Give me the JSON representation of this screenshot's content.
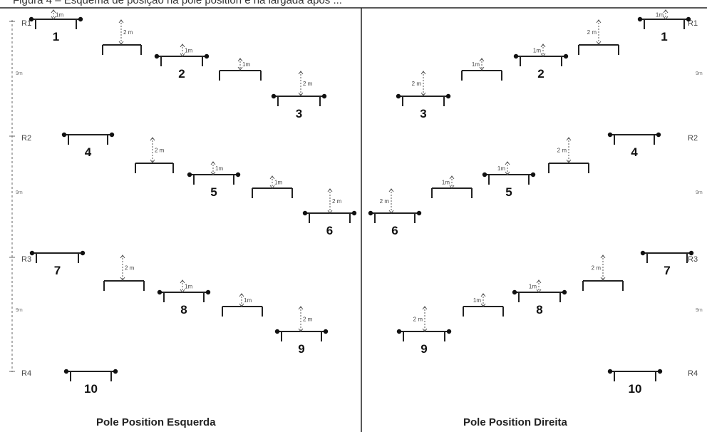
{
  "header_text": "Figura 4 – Esquema de posição na pole position e na largada após ...",
  "left_panel": {
    "title": "Pole Position Esquerda"
  },
  "right_panel": {
    "title": "Pole Position Direita"
  },
  "row_labels": [
    "R1",
    "R2",
    "R3",
    "R4"
  ],
  "row_gap_label": "9m",
  "offset_labels": {
    "one": "1m",
    "two": "2 m"
  },
  "slot_numbers": [
    "1",
    "2",
    "3",
    "4",
    "5",
    "6",
    "7",
    "8",
    "9",
    "10"
  ]
}
